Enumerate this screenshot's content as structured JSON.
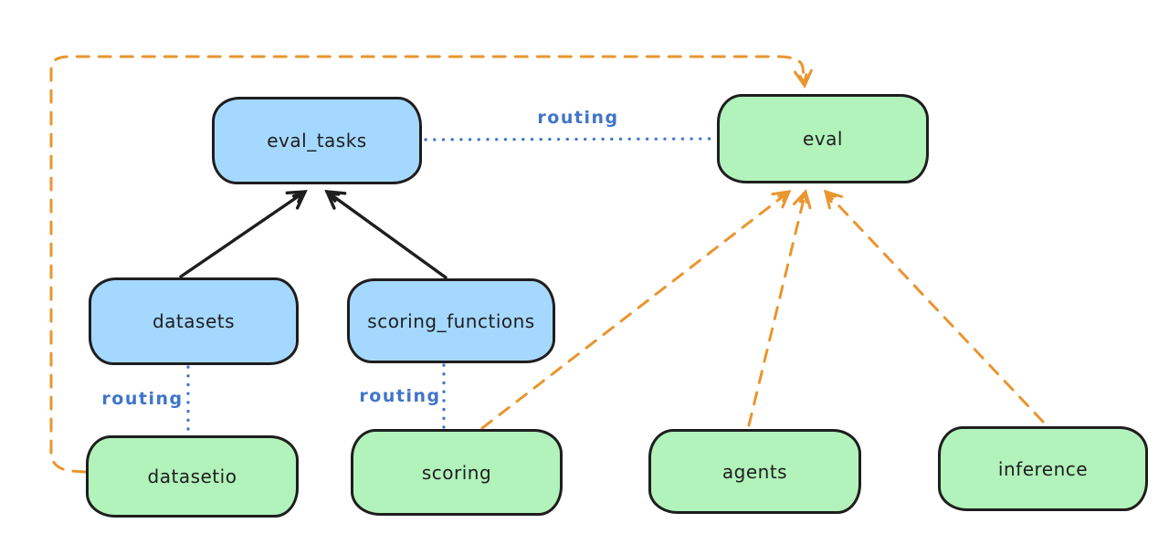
{
  "diagram": {
    "nodes": [
      {
        "id": "eval_tasks",
        "label": "eval_tasks",
        "kind": "blue"
      },
      {
        "id": "eval",
        "label": "eval",
        "kind": "green"
      },
      {
        "id": "datasets",
        "label": "datasets",
        "kind": "blue"
      },
      {
        "id": "scoring_functions",
        "label": "scoring_functions",
        "kind": "blue"
      },
      {
        "id": "datasetio",
        "label": "datasetio",
        "kind": "green"
      },
      {
        "id": "scoring",
        "label": "scoring",
        "kind": "green"
      },
      {
        "id": "agents",
        "label": "agents",
        "kind": "green"
      },
      {
        "id": "inference",
        "label": "inference",
        "kind": "green"
      }
    ],
    "edges": [
      {
        "from": "datasets",
        "to": "eval_tasks",
        "style": "solid",
        "color": "black",
        "arrow": true
      },
      {
        "from": "scoring_functions",
        "to": "eval_tasks",
        "style": "solid",
        "color": "black",
        "arrow": true
      },
      {
        "from": "eval_tasks",
        "to": "eval",
        "style": "dotted",
        "color": "blue",
        "arrow": false,
        "label": "routing"
      },
      {
        "from": "datasets",
        "to": "datasetio",
        "style": "dotted",
        "color": "blue",
        "arrow": false,
        "label": "routing"
      },
      {
        "from": "scoring_functions",
        "to": "scoring",
        "style": "dotted",
        "color": "blue",
        "arrow": false,
        "label": "routing"
      },
      {
        "from": "datasetio",
        "to": "eval",
        "style": "dashed",
        "color": "orange",
        "arrow": true
      },
      {
        "from": "scoring",
        "to": "eval",
        "style": "dashed",
        "color": "orange",
        "arrow": true
      },
      {
        "from": "agents",
        "to": "eval",
        "style": "dashed",
        "color": "orange",
        "arrow": true
      },
      {
        "from": "inference",
        "to": "eval",
        "style": "dashed",
        "color": "orange",
        "arrow": true
      }
    ],
    "colors": {
      "background": "#ffffff",
      "blue_node_fill": "#a5d8ff",
      "green_node_fill": "#b2f2bb",
      "node_stroke": "#1e1e1e",
      "black_edge": "#1e1e1e",
      "orange_edge": "#e8962f",
      "blue_edge": "#3f75c9"
    }
  }
}
